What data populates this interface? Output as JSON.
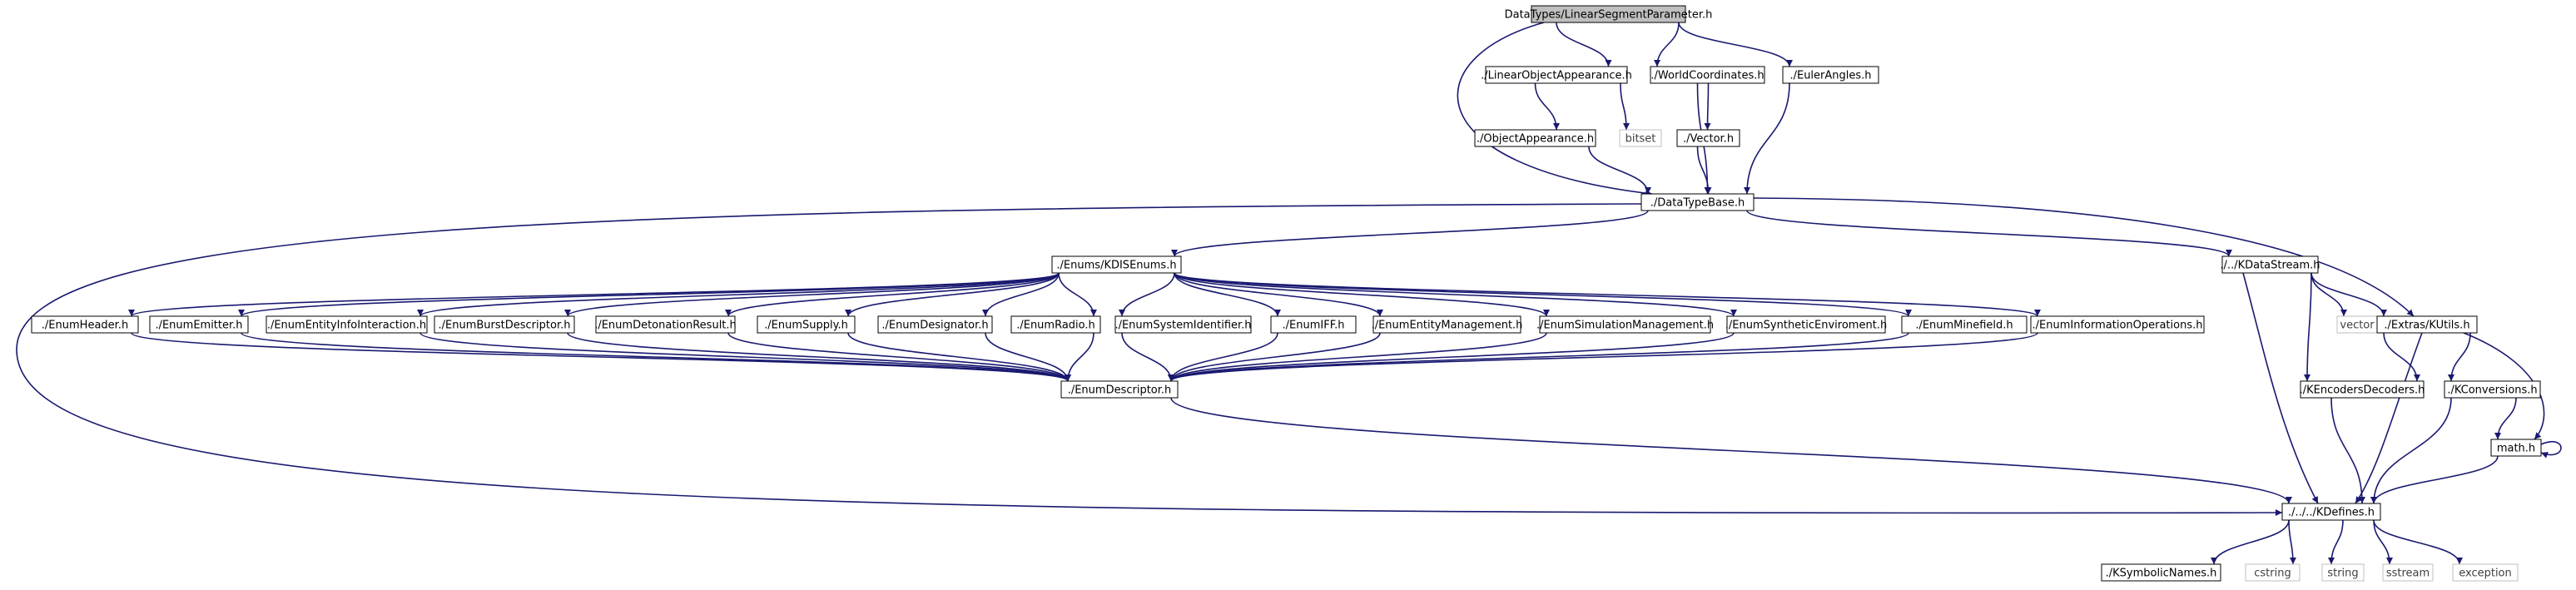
{
  "nodes": [
    {
      "id": "root",
      "label": "DataTypes/LinearSegmentParameter.h",
      "style": "root"
    },
    {
      "id": "loa",
      "label": "./LinearObjectAppearance.h",
      "style": "normal"
    },
    {
      "id": "wc",
      "label": "./WorldCoordinates.h",
      "style": "normal"
    },
    {
      "id": "ea",
      "label": "./EulerAngles.h",
      "style": "normal"
    },
    {
      "id": "oa",
      "label": "./ObjectAppearance.h",
      "style": "normal"
    },
    {
      "id": "bitset",
      "label": "bitset",
      "style": "external"
    },
    {
      "id": "vector2",
      "label": "./Vector.h",
      "style": "normal"
    },
    {
      "id": "dtb",
      "label": "./DataTypeBase.h",
      "style": "normal"
    },
    {
      "id": "kdis",
      "label": "./Enums/KDISEnums.h",
      "style": "normal"
    },
    {
      "id": "kds",
      "label": "./../KDataStream.h",
      "style": "normal"
    },
    {
      "id": "eh",
      "label": "./EnumHeader.h",
      "style": "normal"
    },
    {
      "id": "eem",
      "label": "./EnumEmitter.h",
      "style": "normal"
    },
    {
      "id": "eeii",
      "label": "./EnumEntityInfoInteraction.h",
      "style": "normal"
    },
    {
      "id": "ebd",
      "label": "./EnumBurstDescriptor.h",
      "style": "normal"
    },
    {
      "id": "edr",
      "label": "./EnumDetonationResult.h",
      "style": "normal"
    },
    {
      "id": "es",
      "label": "./EnumSupply.h",
      "style": "normal"
    },
    {
      "id": "edsg",
      "label": "./EnumDesignator.h",
      "style": "normal"
    },
    {
      "id": "er",
      "label": "./EnumRadio.h",
      "style": "normal"
    },
    {
      "id": "esi",
      "label": "./EnumSystemIdentifier.h",
      "style": "normal"
    },
    {
      "id": "eiff",
      "label": "./EnumIFF.h",
      "style": "normal"
    },
    {
      "id": "eemg",
      "label": "./EnumEntityManagement.h",
      "style": "normal"
    },
    {
      "id": "esm",
      "label": "./EnumSimulationManagement.h",
      "style": "normal"
    },
    {
      "id": "ese",
      "label": "./EnumSyntheticEnviroment.h",
      "style": "normal"
    },
    {
      "id": "emf",
      "label": "./EnumMinefield.h",
      "style": "normal"
    },
    {
      "id": "eio",
      "label": "./EnumInformationOperations.h",
      "style": "normal"
    },
    {
      "id": "vector",
      "label": "vector",
      "style": "external"
    },
    {
      "id": "kutils",
      "label": "./Extras/KUtils.h",
      "style": "normal"
    },
    {
      "id": "ed",
      "label": "./EnumDescriptor.h",
      "style": "normal"
    },
    {
      "id": "ked",
      "label": "./KEncodersDecoders.h",
      "style": "normal"
    },
    {
      "id": "kconv",
      "label": "./KConversions.h",
      "style": "normal"
    },
    {
      "id": "math",
      "label": "math.h",
      "style": "normal"
    },
    {
      "id": "kdef",
      "label": "./../../KDefines.h",
      "style": "normal"
    },
    {
      "id": "ksn",
      "label": "./KSymbolicNames.h",
      "style": "normal"
    },
    {
      "id": "cstring",
      "label": "cstring",
      "style": "external"
    },
    {
      "id": "string",
      "label": "string",
      "style": "external"
    },
    {
      "id": "sstream",
      "label": "sstream",
      "style": "external"
    },
    {
      "id": "exception",
      "label": "exception",
      "style": "external"
    }
  ],
  "edges": [
    {
      "from": "root",
      "to": "loa"
    },
    {
      "from": "root",
      "to": "wc"
    },
    {
      "from": "root",
      "to": "ea"
    },
    {
      "from": "root",
      "to": "dtb"
    },
    {
      "from": "loa",
      "to": "oa"
    },
    {
      "from": "loa",
      "to": "bitset"
    },
    {
      "from": "wc",
      "to": "dtb"
    },
    {
      "from": "wc",
      "to": "vector2"
    },
    {
      "from": "ea",
      "to": "dtb"
    },
    {
      "from": "oa",
      "to": "dtb"
    },
    {
      "from": "vector2",
      "to": "dtb"
    },
    {
      "from": "dtb",
      "to": "kdis"
    },
    {
      "from": "dtb",
      "to": "kds"
    },
    {
      "from": "dtb",
      "to": "kutils"
    },
    {
      "from": "dtb",
      "to": "kdef"
    },
    {
      "from": "kdis",
      "to": "eh"
    },
    {
      "from": "kdis",
      "to": "eem"
    },
    {
      "from": "kdis",
      "to": "eeii"
    },
    {
      "from": "kdis",
      "to": "ebd"
    },
    {
      "from": "kdis",
      "to": "edr"
    },
    {
      "from": "kdis",
      "to": "es"
    },
    {
      "from": "kdis",
      "to": "edsg"
    },
    {
      "from": "kdis",
      "to": "er"
    },
    {
      "from": "kdis",
      "to": "esi"
    },
    {
      "from": "kdis",
      "to": "eiff"
    },
    {
      "from": "kdis",
      "to": "eemg"
    },
    {
      "from": "kdis",
      "to": "esm"
    },
    {
      "from": "kdis",
      "to": "ese"
    },
    {
      "from": "kdis",
      "to": "emf"
    },
    {
      "from": "kdis",
      "to": "eio"
    },
    {
      "from": "eh",
      "to": "ed"
    },
    {
      "from": "eem",
      "to": "ed"
    },
    {
      "from": "eeii",
      "to": "ed"
    },
    {
      "from": "ebd",
      "to": "ed"
    },
    {
      "from": "edr",
      "to": "ed"
    },
    {
      "from": "es",
      "to": "ed"
    },
    {
      "from": "edsg",
      "to": "ed"
    },
    {
      "from": "er",
      "to": "ed"
    },
    {
      "from": "esi",
      "to": "ed"
    },
    {
      "from": "eiff",
      "to": "ed"
    },
    {
      "from": "eemg",
      "to": "ed"
    },
    {
      "from": "esm",
      "to": "ed"
    },
    {
      "from": "ese",
      "to": "ed"
    },
    {
      "from": "emf",
      "to": "ed"
    },
    {
      "from": "eio",
      "to": "ed"
    },
    {
      "from": "ed",
      "to": "kdef"
    },
    {
      "from": "kds",
      "to": "vector"
    },
    {
      "from": "kds",
      "to": "kutils"
    },
    {
      "from": "kds",
      "to": "ked"
    },
    {
      "from": "kds",
      "to": "kdef"
    },
    {
      "from": "kutils",
      "to": "ked"
    },
    {
      "from": "kutils",
      "to": "kconv"
    },
    {
      "from": "kutils",
      "to": "math"
    },
    {
      "from": "kutils",
      "to": "kdef"
    },
    {
      "from": "ked",
      "to": "kdef"
    },
    {
      "from": "kconv",
      "to": "math"
    },
    {
      "from": "kconv",
      "to": "kdef"
    },
    {
      "from": "math",
      "to": "math"
    },
    {
      "from": "math",
      "to": "kdef"
    },
    {
      "from": "kdef",
      "to": "ksn"
    },
    {
      "from": "kdef",
      "to": "cstring"
    },
    {
      "from": "kdef",
      "to": "string"
    },
    {
      "from": "kdef",
      "to": "sstream"
    },
    {
      "from": "kdef",
      "to": "exception"
    }
  ],
  "colors": {
    "edge": "#191970",
    "node_border": "#000000",
    "node_fill": "#ffffff",
    "root_fill": "#bfbfbf",
    "external_border": "#bfbfbf",
    "external_text": "#404040",
    "text": "#000000"
  }
}
